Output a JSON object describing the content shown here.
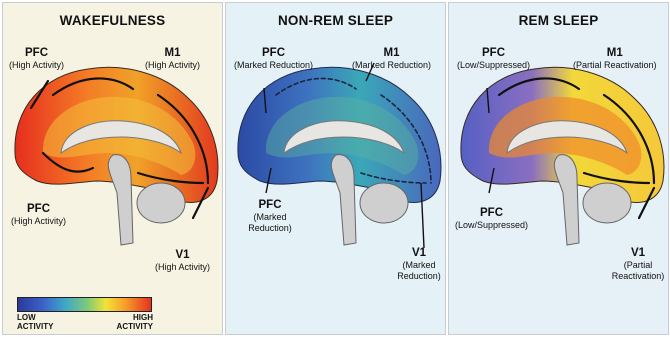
{
  "legend": {
    "low_label": "LOW ACTIVITY",
    "high_label": "HIGH ACTIVITY"
  },
  "panels": [
    {
      "title": "WAKEFULNESS",
      "colors": {
        "front": "#e62e1e",
        "mid": "#f47b26",
        "back": "#e23a1f",
        "top": "#f0a228",
        "inner": "#f4c03a"
      },
      "labels": {
        "pfc_top": {
          "name": "PFC",
          "sub": "(High Activity)"
        },
        "m1": {
          "name": "M1",
          "sub": "(High Activity)"
        },
        "pfc_bottom": {
          "name": "PFC",
          "sub": "(High Activity)"
        },
        "v1": {
          "name": "V1",
          "sub": "(High Activity)"
        }
      }
    },
    {
      "title": "NON-REM SLEEP",
      "colors": {
        "front": "#2c4aa6",
        "mid": "#3e73bf",
        "back": "#4a67bd",
        "top": "#3aa8b8",
        "inner": "#5bb3a0"
      },
      "labels": {
        "pfc_top": {
          "name": "PFC",
          "sub": "(Marked Reduction)"
        },
        "m1": {
          "name": "M1",
          "sub": "(Marked Reduction)"
        },
        "pfc_bottom": {
          "name": "PFC",
          "sub": "(Marked Reduction)"
        },
        "v1": {
          "name": "V1",
          "sub": "(Marked Reduction)"
        }
      }
    },
    {
      "title": "REM SLEEP",
      "colors": {
        "front": "#5560c4",
        "mid": "#f08a2a",
        "back": "#f4c83a",
        "top": "#f2d83a",
        "inner": "#f3a932"
      },
      "labels": {
        "pfc_top": {
          "name": "PFC",
          "sub": "(Low/Suppressed)"
        },
        "m1": {
          "name": "M1",
          "sub": "(Partial Reactivation)"
        },
        "pfc_bottom": {
          "name": "PFC",
          "sub": "(Low/Suppressed)"
        },
        "v1": {
          "name": "V1",
          "sub": "(Partial Reactivation)"
        }
      }
    }
  ]
}
